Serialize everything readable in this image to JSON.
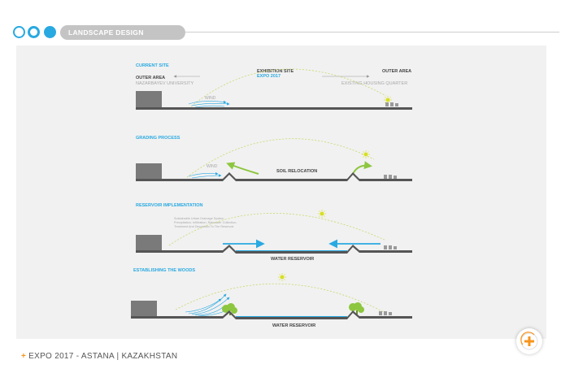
{
  "header": {
    "section_title": "LANDSCAPE DESIGN"
  },
  "diagram": {
    "stage1": {
      "title": "CURRENT SITE",
      "outer_area_left": "OUTER AREA",
      "left_place": "NAZARBAYEV UNIVERSITY",
      "exhibition_site": "EXHIBITION SITE",
      "expo": "EXPO 2017",
      "outer_area_right": "OUTER AREA",
      "right_place": "EXISTING HOUSING QUARTER",
      "wind": "WIND"
    },
    "stage2": {
      "title": "GRADING PROCESS",
      "wind": "WIND",
      "soil": "SOIL RELOCATION"
    },
    "stage3": {
      "title": "RESERVOIR IMPLEMENTATION",
      "note_line1": "Sustainable Urban Drainage System",
      "note_line2": "Precipitation, Infiltration, Rainwater Collection,",
      "note_line3": "Treatment And Deposition To The Reservoir",
      "water": "WATER RESERVOIR"
    },
    "stage4": {
      "title": "ESTABLISHING THE WOODS",
      "water": "WATER RESERVOIR"
    }
  },
  "footer": {
    "plus": "+",
    "text": "EXPO 2017 - ASTANA | KAZAKHSTAN"
  },
  "colors": {
    "accent_blue": "#29a9e1",
    "accent_green": "#8dc63f",
    "accent_orange": "#f7941d",
    "ground": "#555555"
  },
  "icons": [
    "circle-icon",
    "sun-icon",
    "wind-arrows-icon",
    "tree-icon",
    "house-icon",
    "plus-icon"
  ]
}
